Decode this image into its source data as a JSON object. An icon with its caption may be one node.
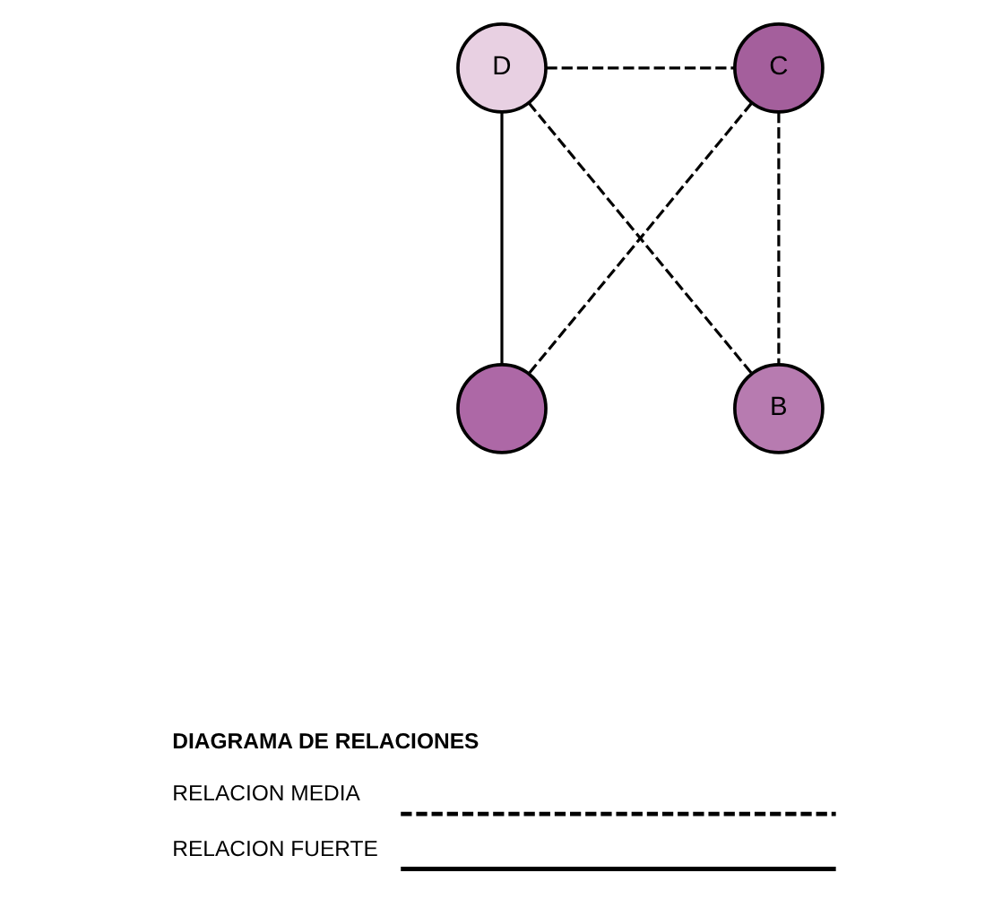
{
  "diagram": {
    "nodes": [
      {
        "text": [
          "D"
        ]
      },
      {
        "text": [
          "C"
        ]
      },
      {
        "text": [],
        "shape": "circle"
      },
      {
        "text": [
          "B"
        ]
      }
    ],
    "edges": [
      {
        "from": 0,
        "to": 2,
        "arrow": "none"
      },
      {
        "from": 0,
        "to": 1,
        "arrow": "none",
        "style": "dashed"
      },
      {
        "from": 0,
        "to": 3,
        "arrow": "none",
        "style": "dashed"
      },
      {
        "from": 2,
        "to": 1,
        "arrow": "none",
        "style": "dashed"
      },
      {
        "from": 1,
        "to": 3,
        "arrow": "none",
        "style": "dashed"
      }
    ],
    "labels": [
      "DIAGRAMA DE RELACIONES"
    ],
    "legend": [
      {
        "text": "RELACION MEDIA"
      },
      {
        "text": "RELACION FUERTE"
      }
    ]
  }
}
